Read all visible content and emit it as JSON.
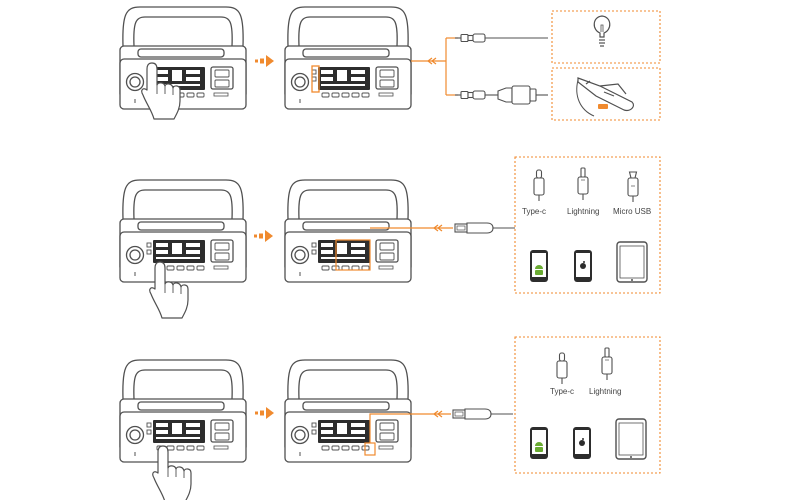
{
  "colors": {
    "line": "#505050",
    "accent": "#f08a2e",
    "screen": "#2d2d2d",
    "android": "#6aab32"
  },
  "row2_connectors": {
    "type_c_label": "Type-c",
    "lightning_label": "Lightning",
    "micro_usb_label": "Micro USB"
  },
  "row3_connectors": {
    "type_c_label": "Type-c",
    "lightning_label": "Lightning"
  },
  "row1_devices": [
    "bulb-icon",
    "car-vacuum-icon"
  ],
  "row2_devices": [
    "android-phone-icon",
    "iphone-icon",
    "tablet-icon"
  ],
  "row3_devices": [
    "android-phone-icon",
    "iphone-icon",
    "tablet-icon"
  ]
}
